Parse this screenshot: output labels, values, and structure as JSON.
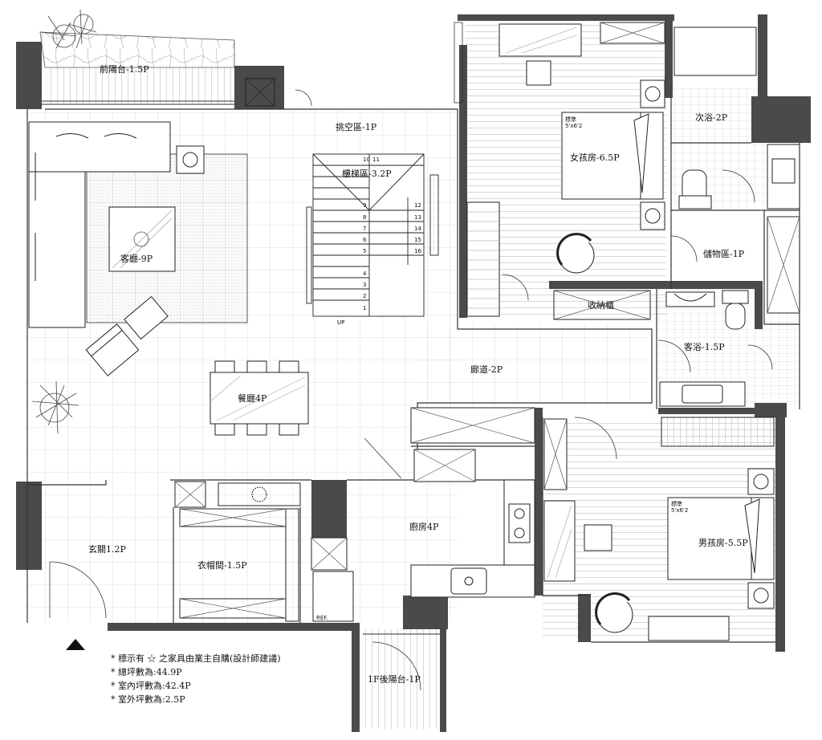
{
  "rooms": {
    "front_balcony": "前陽台-1.5P",
    "void_area": "挑空區-1P",
    "stair_area": "樓梯區-3.2P",
    "living_room": "客廳-9P",
    "dining_room": "餐廳4P",
    "corridor": "廊道-2P",
    "entrance": "玄關1.2P",
    "cloakroom": "衣帽間-1.5P",
    "kitchen": "廚房4P",
    "rear_balcony": "1F後陽台-1P",
    "girls_room": "女孩房-6.5P",
    "secondary_bath": "次浴-2P",
    "storage_area": "儲物區-1P",
    "storage_cabinet": "收納櫃",
    "guest_bath": "客浴-1.5P",
    "boys_room": "男孩房-5.5P"
  },
  "small_labels": {
    "up": "UP",
    "ref": "REF.",
    "bed_girl_a": "標準",
    "bed_girl_b": "5'x6'2",
    "bed_boy_a": "標準",
    "bed_boy_b": "5'x6'2"
  },
  "stairs": {
    "upper_left": [
      "10",
      "9",
      "8",
      "7",
      "6",
      "5",
      "4",
      "3",
      "2",
      "1"
    ],
    "upper_right": [
      "11",
      "12",
      "13",
      "14",
      "15",
      "16"
    ]
  },
  "notes": [
    "* 標示有 ☆ 之家具由業主自購(設計師建議)",
    "* 總坪數為:44.9P",
    "* 室內坪數為:42.4P",
    "* 室外坪數為:2.5P"
  ],
  "colors": {
    "wall": "#4a4a4a",
    "line": "#222222",
    "grid": "#b5b5b5"
  }
}
